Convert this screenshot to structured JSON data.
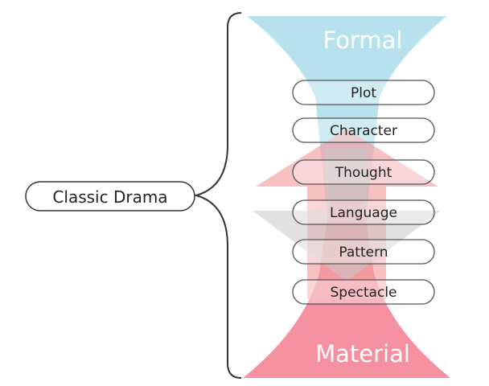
{
  "root_node": {
    "label": "Classic Drama"
  },
  "poles": {
    "top_label": "Formal",
    "bottom_label": "Material"
  },
  "elements": [
    {
      "label": "Plot"
    },
    {
      "label": "Character"
    },
    {
      "label": "Thought"
    },
    {
      "label": "Language"
    },
    {
      "label": "Pattern"
    },
    {
      "label": "Spectacle"
    }
  ],
  "colors": {
    "formal_cone": "#a9dcea",
    "material_cone": "#f27d8e",
    "arrow_up": "#f2a0a0",
    "arrow_down": "#c9c9c9",
    "node_stroke": "#333333",
    "pole_text": "#ffffff",
    "node_text": "#222222"
  }
}
